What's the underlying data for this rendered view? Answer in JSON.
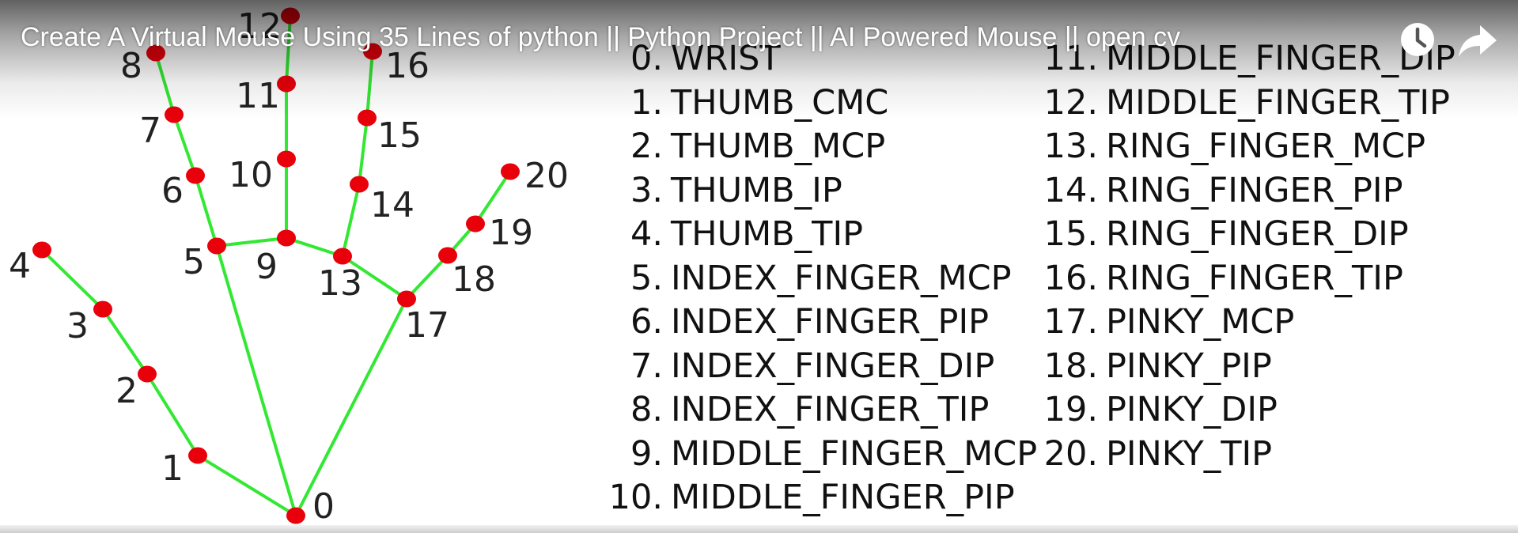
{
  "video": {
    "title": "Create A Virtual Mouse Using 35 Lines of python || Python Project || AI Powered Mouse || open cv",
    "watch_later_icon": "clock-icon",
    "share_icon": "share-arrow-icon"
  },
  "colors": {
    "connection": "#33e833",
    "landmark": "#e8000b",
    "label": "#222222"
  },
  "landmarks": [
    {
      "id": "0",
      "name": "WRIST"
    },
    {
      "id": "1",
      "name": "THUMB_CMC"
    },
    {
      "id": "2",
      "name": "THUMB_MCP"
    },
    {
      "id": "3",
      "name": "THUMB_IP"
    },
    {
      "id": "4",
      "name": "THUMB_TIP"
    },
    {
      "id": "5",
      "name": "INDEX_FINGER_MCP"
    },
    {
      "id": "6",
      "name": "INDEX_FINGER_PIP"
    },
    {
      "id": "7",
      "name": "INDEX_FINGER_DIP"
    },
    {
      "id": "8",
      "name": "INDEX_FINGER_TIP"
    },
    {
      "id": "9",
      "name": "MIDDLE_FINGER_MCP"
    },
    {
      "id": "10",
      "name": "MIDDLE_FINGER_PIP"
    },
    {
      "id": "11",
      "name": "MIDDLE_FINGER_DIP"
    },
    {
      "id": "12",
      "name": "MIDDLE_FINGER_TIP"
    },
    {
      "id": "13",
      "name": "RING_FINGER_MCP"
    },
    {
      "id": "14",
      "name": "RING_FINGER_PIP"
    },
    {
      "id": "15",
      "name": "RING_FINGER_DIP"
    },
    {
      "id": "16",
      "name": "RING_FINGER_TIP"
    },
    {
      "id": "17",
      "name": "PINKY_MCP"
    },
    {
      "id": "18",
      "name": "PINKY_PIP"
    },
    {
      "id": "19",
      "name": "PINKY_DIP"
    },
    {
      "id": "20",
      "name": "PINKY_TIP"
    }
  ],
  "connections": [
    [
      0,
      1
    ],
    [
      1,
      2
    ],
    [
      2,
      3
    ],
    [
      3,
      4
    ],
    [
      0,
      5
    ],
    [
      5,
      6
    ],
    [
      6,
      7
    ],
    [
      7,
      8
    ],
    [
      5,
      9
    ],
    [
      9,
      10
    ],
    [
      10,
      11
    ],
    [
      11,
      12
    ],
    [
      9,
      13
    ],
    [
      13,
      14
    ],
    [
      14,
      15
    ],
    [
      15,
      16
    ],
    [
      13,
      17
    ],
    [
      0,
      17
    ],
    [
      17,
      18
    ],
    [
      18,
      19
    ],
    [
      19,
      20
    ]
  ]
}
